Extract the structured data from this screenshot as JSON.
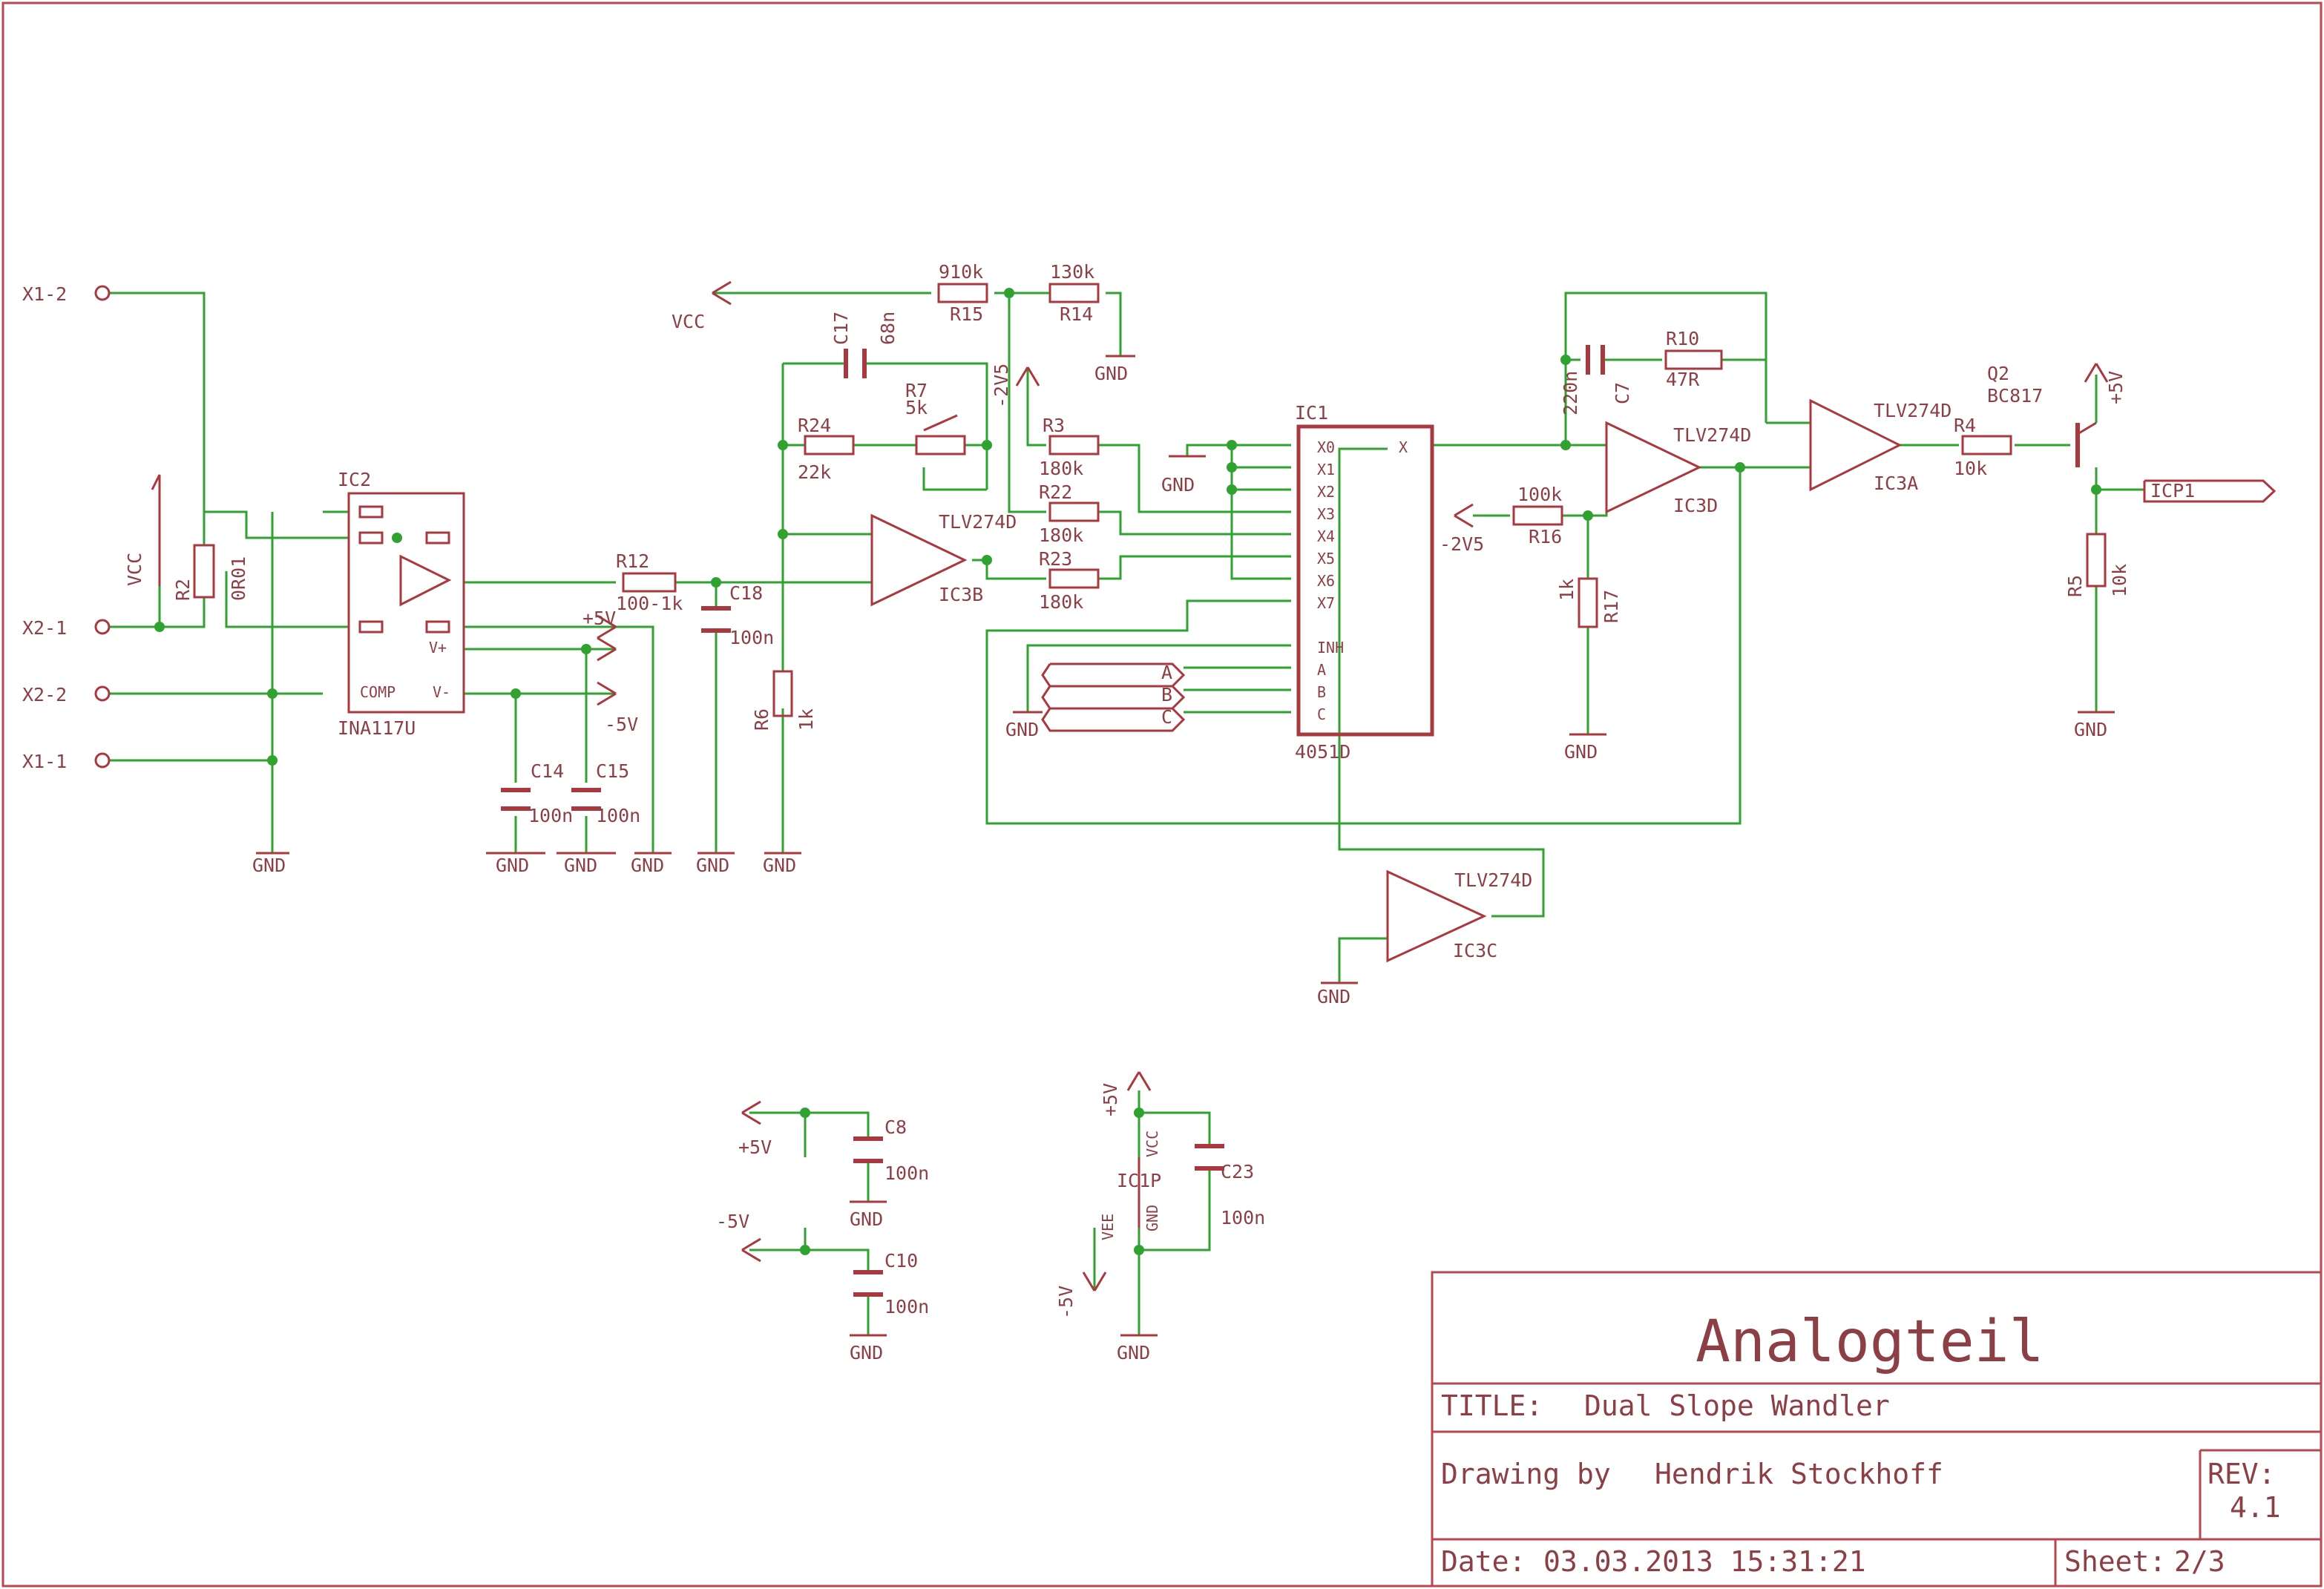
{
  "schematic": {
    "colors": {
      "wire": "#2fa22f",
      "symbol": "#a9383f",
      "text": "#8d3f46",
      "frame": "#b8474f"
    },
    "connectors": [
      "X1-2",
      "X2-1",
      "X2-2",
      "X1-1"
    ],
    "parts": {
      "ic2": {
        "name": "IC2",
        "value": "INA117U",
        "pin_comp": "COMP",
        "pin_vplus": "V+",
        "pin_vminus": "V-"
      },
      "r2": {
        "name": "R2",
        "value": "0R01"
      },
      "r12": {
        "name": "R12",
        "value": "100-1k"
      },
      "c18": {
        "name": "C18",
        "value": "100n"
      },
      "c14": {
        "name": "C14",
        "value": "100n"
      },
      "c15": {
        "name": "C15",
        "value": "100n"
      },
      "r6": {
        "name": "R6",
        "value": "1k"
      },
      "r15": {
        "name": "R15",
        "value": "910k"
      },
      "r14": {
        "name": "R14",
        "value": "130k"
      },
      "c17": {
        "name": "C17",
        "value": "68n"
      },
      "r24": {
        "name": "R24",
        "value": "22k"
      },
      "r7": {
        "name": "R7",
        "value": "5k"
      },
      "ic3b": {
        "name": "IC3B",
        "value": "TLV274D"
      },
      "r3": {
        "name": "R3",
        "value": "180k"
      },
      "r22": {
        "name": "R22",
        "value": "180k"
      },
      "r23": {
        "name": "R23",
        "value": "180k"
      },
      "ic1": {
        "name": "IC1",
        "value": "4051D",
        "pins": [
          "X0",
          "X1",
          "X2",
          "X3",
          "X4",
          "X5",
          "X6",
          "X7",
          "INH",
          "A",
          "B",
          "C",
          "X"
        ]
      },
      "c7": {
        "name": "C7",
        "value": "220n"
      },
      "r10": {
        "name": "R10",
        "value": "47R"
      },
      "r16": {
        "name": "R16",
        "value": "100k"
      },
      "r17": {
        "name": "R17",
        "value": "1k"
      },
      "ic3d": {
        "name": "IC3D",
        "value": "TLV274D"
      },
      "ic3a": {
        "name": "IC3A",
        "value": "TLV274D"
      },
      "ic3c": {
        "name": "IC3C",
        "value": "TLV274D"
      },
      "r4": {
        "name": "R4",
        "value": "10k"
      },
      "q2": {
        "name": "Q2",
        "value": "BC817"
      },
      "r5": {
        "name": "R5",
        "value": "10k"
      },
      "icp1": {
        "name": "ICP1"
      },
      "c8": {
        "name": "C8",
        "value": "100n"
      },
      "c10": {
        "name": "C10",
        "value": "100n"
      },
      "ic1p": {
        "name": "IC1P",
        "pin_vcc": "VCC",
        "pin_gnd": "GND",
        "pin_vee": "VEE"
      },
      "c23": {
        "name": "C23",
        "value": "100n"
      }
    },
    "nets": {
      "gnd": "GND",
      "vcc": "VCC",
      "p5v": "+5V",
      "m5v": "-5V",
      "m2v5": "-2V5"
    },
    "mux_labels": [
      "A",
      "B",
      "C"
    ]
  },
  "titleblock": {
    "heading": "Analogteil",
    "title_label": "TITLE:",
    "title": "Dual Slope Wandler",
    "drawn_label": "Drawing by",
    "author": "Hendrik Stockhoff",
    "rev_label": "REV:",
    "rev": "4.1",
    "date_label": "Date:",
    "date": "03.03.2013 15:31:21",
    "sheet_label": "Sheet:",
    "sheet": "2/3"
  }
}
